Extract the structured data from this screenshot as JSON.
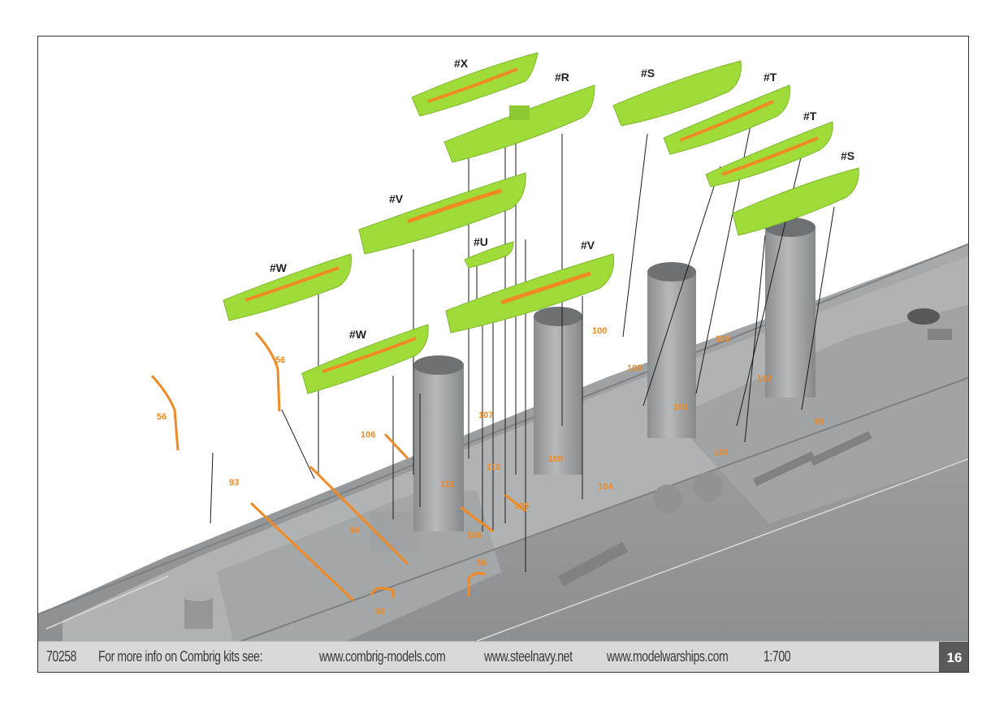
{
  "boats": [
    {
      "id": "boat-x",
      "label": "#X"
    },
    {
      "id": "boat-r",
      "label": "#R"
    },
    {
      "id": "boat-s1",
      "label": "#S"
    },
    {
      "id": "boat-t1",
      "label": "#T"
    },
    {
      "id": "boat-t2",
      "label": "#T"
    },
    {
      "id": "boat-s2",
      "label": "#S"
    },
    {
      "id": "boat-v1",
      "label": "#V"
    },
    {
      "id": "boat-u",
      "label": "#U"
    },
    {
      "id": "boat-v2",
      "label": "#V"
    },
    {
      "id": "boat-w1",
      "label": "#W"
    },
    {
      "id": "boat-w2",
      "label": "#W"
    }
  ],
  "parts": [
    {
      "id": "p56a",
      "label": "56"
    },
    {
      "id": "p56b",
      "label": "56"
    },
    {
      "id": "p56c",
      "label": "56"
    },
    {
      "id": "p56d",
      "label": "56"
    },
    {
      "id": "p93",
      "label": "93"
    },
    {
      "id": "p94",
      "label": "94"
    },
    {
      "id": "p106a",
      "label": "106"
    },
    {
      "id": "p106b",
      "label": "106"
    },
    {
      "id": "p107",
      "label": "107"
    },
    {
      "id": "p111",
      "label": "111"
    },
    {
      "id": "p110",
      "label": "110"
    },
    {
      "id": "p105",
      "label": "105"
    },
    {
      "id": "p109a",
      "label": "109"
    },
    {
      "id": "p104",
      "label": "104"
    },
    {
      "id": "p100a",
      "label": "100"
    },
    {
      "id": "p109b",
      "label": "109"
    },
    {
      "id": "p101",
      "label": "101"
    },
    {
      "id": "p102a",
      "label": "102"
    },
    {
      "id": "p102b",
      "label": "102"
    },
    {
      "id": "p100b",
      "label": "100"
    },
    {
      "id": "p99",
      "label": "99"
    }
  ],
  "footer": {
    "kit_number": "70258",
    "info_text": "For more info on Combrig kits see:",
    "link1": "www.combrig-models.com",
    "link2": "www.steelnavy.net",
    "link3": "www.modelwarships.com",
    "scale": "1:700",
    "page_number": "16"
  },
  "colors": {
    "boat_green": "#9fdc3a",
    "part_orange": "#f08a24",
    "ship_gray": "#9a9ea0",
    "deck_gray": "#b4b7b8",
    "footer_bg": "#d9d9d9",
    "page_badge": "#5a5a5a"
  }
}
